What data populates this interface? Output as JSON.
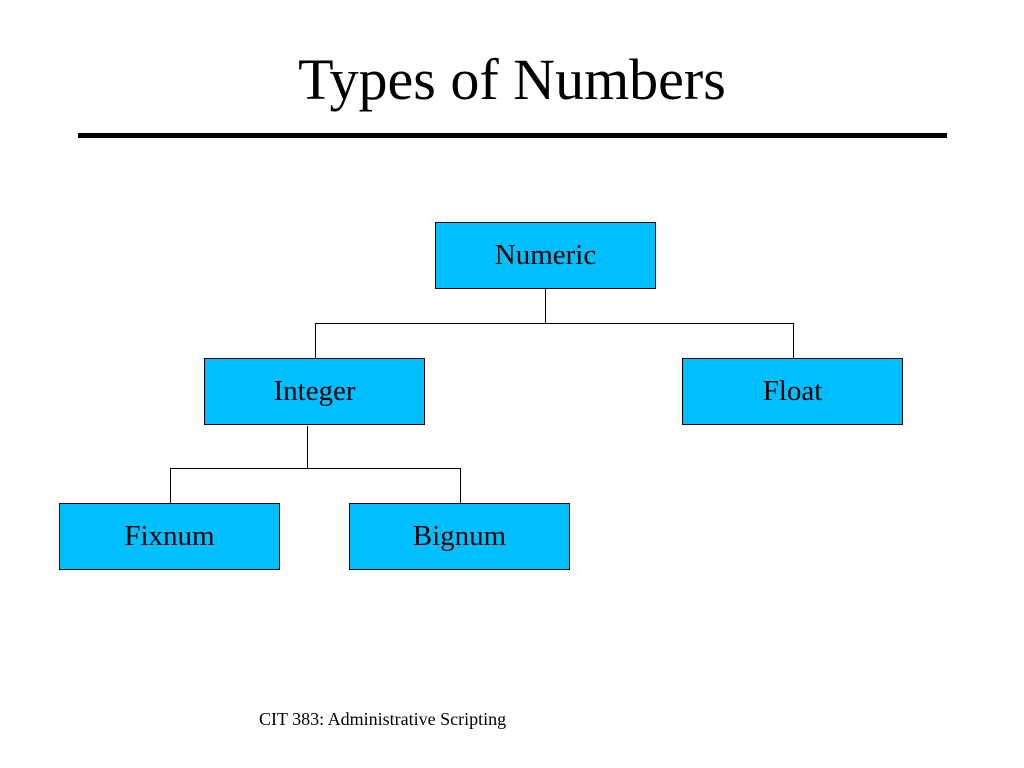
{
  "slide": {
    "title": "Types of Numbers",
    "footer": "CIT 383: Administrative Scripting"
  },
  "colors": {
    "node_fill": "#00bfff",
    "node_border": "#000000",
    "connector": "#000000",
    "title_rule": "#000000"
  },
  "diagram": {
    "type": "tree",
    "nodes": {
      "numeric": {
        "label": "Numeric"
      },
      "integer": {
        "label": "Integer",
        "parent": "Numeric"
      },
      "float": {
        "label": "Float",
        "parent": "Numeric"
      },
      "fixnum": {
        "label": "Fixnum",
        "parent": "Integer"
      },
      "bignum": {
        "label": "Bignum",
        "parent": "Integer"
      }
    }
  }
}
